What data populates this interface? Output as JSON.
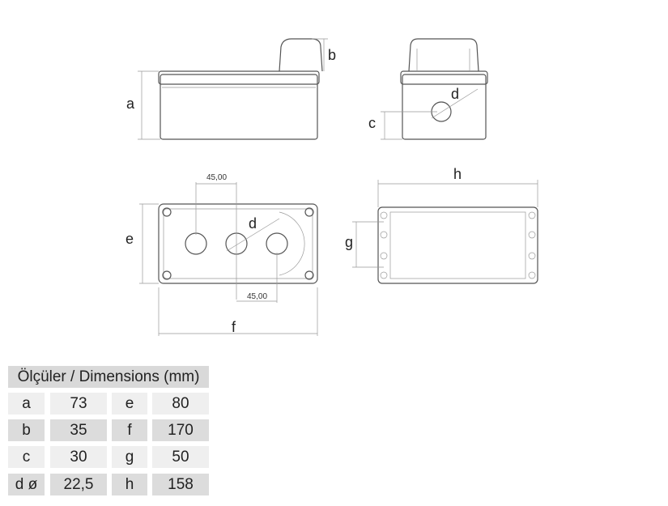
{
  "drawing": {
    "labels": {
      "a": "a",
      "b": "b",
      "c": "c",
      "d": "d",
      "e": "e",
      "f": "f",
      "g": "g",
      "h": "h"
    },
    "hole_spacing_top": "45,00",
    "hole_spacing_bottom": "45,00"
  },
  "table": {
    "title": "Ölçüler / Dimensions (mm)",
    "rows": [
      {
        "k1": "a",
        "v1": "73",
        "k2": "e",
        "v2": "80"
      },
      {
        "k1": "b",
        "v1": "35",
        "k2": "f",
        "v2": "170"
      },
      {
        "k1": "c",
        "v1": "30",
        "k2": "g",
        "v2": "50"
      },
      {
        "k1": "d ø",
        "v1": "22,5",
        "k2": "h",
        "v2": "158"
      }
    ]
  }
}
